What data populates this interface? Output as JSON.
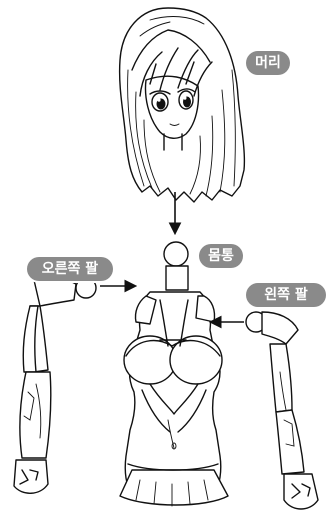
{
  "labels": {
    "head": "머리",
    "torso": "몸통",
    "right_arm": "오른쪽 팔",
    "left_arm": "왼쪽 팔"
  },
  "colors": {
    "label_bg": "#8a8a8a",
    "label_text": "#ffffff",
    "line": "#111111",
    "background": "#ffffff"
  },
  "icons": [
    "arrow-down-icon",
    "arrow-right-icon",
    "arrow-left-icon"
  ]
}
